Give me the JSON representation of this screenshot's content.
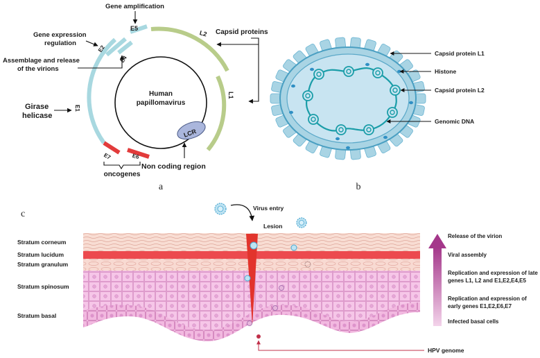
{
  "panel_a": {
    "panel_letter": "a",
    "virus_name_line1": "Human",
    "virus_name_line2": "papillomavirus",
    "lcr": "LCR",
    "genes": {
      "E1": "E1",
      "E2": "E2",
      "E4": "E4",
      "E5": "E5",
      "E6": "E6",
      "E7": "E7",
      "L1": "L1",
      "L2": "L2"
    },
    "annotations": {
      "gene_amplification": "Gene amplification",
      "gene_expression_1": "Gene expression",
      "gene_expression_2": "regulation",
      "assemblage_1": "Assemblage and release",
      "assemblage_2": "of the virions",
      "girase_1": "Girase",
      "girase_2": "helicase",
      "capsid_proteins": "Capsid proteins",
      "oncogenes": "oncogenes",
      "non_coding": "Non coding region"
    },
    "colors": {
      "early_genes": "#a8d8e0",
      "oncogenes": "#e23b3b",
      "late_genes": "#b8cc8a",
      "lcr": "#aab6dc"
    }
  },
  "panel_b": {
    "panel_letter": "b",
    "labels": {
      "capsid_l1": "Capsid protein L1",
      "histone": "Histone",
      "capsid_l2": "Capsid protein L2",
      "genomic_dna": "Genomic DNA"
    },
    "colors": {
      "capsid": "#a9d4e4",
      "interior": "#c8e4f1",
      "dna": "#1a9da8"
    }
  },
  "panel_c": {
    "panel_letter": "c",
    "layers": {
      "corneum": "Stratum corneum",
      "lucidum": "Stratum lucidum",
      "granulum": "Stratum granulum",
      "spinosum": "Stratum spinosum",
      "basal": "Stratum basal"
    },
    "virus_entry": "Virus entry",
    "lesion": "Lesion",
    "hpv_genome": "HPV genome",
    "stages": {
      "release": "Release of the virion",
      "assembly": "Viral assembly",
      "late_1": "Replication and expression of late",
      "late_2": "genes L1, L2 and E1,E2,E4,E5",
      "early_1": "Replication   and   expression   of",
      "early_2": "early genes  E1,E2,E6,E7",
      "infected": "Infected basal cells"
    },
    "colors": {
      "corneum": "#f6d5cc",
      "lucidum": "#ec4a4e",
      "granulum": "#f8dcd4",
      "spinosum": "#f5c2e6",
      "arrow": "#a4378a",
      "lesion": "#e2342c"
    }
  }
}
